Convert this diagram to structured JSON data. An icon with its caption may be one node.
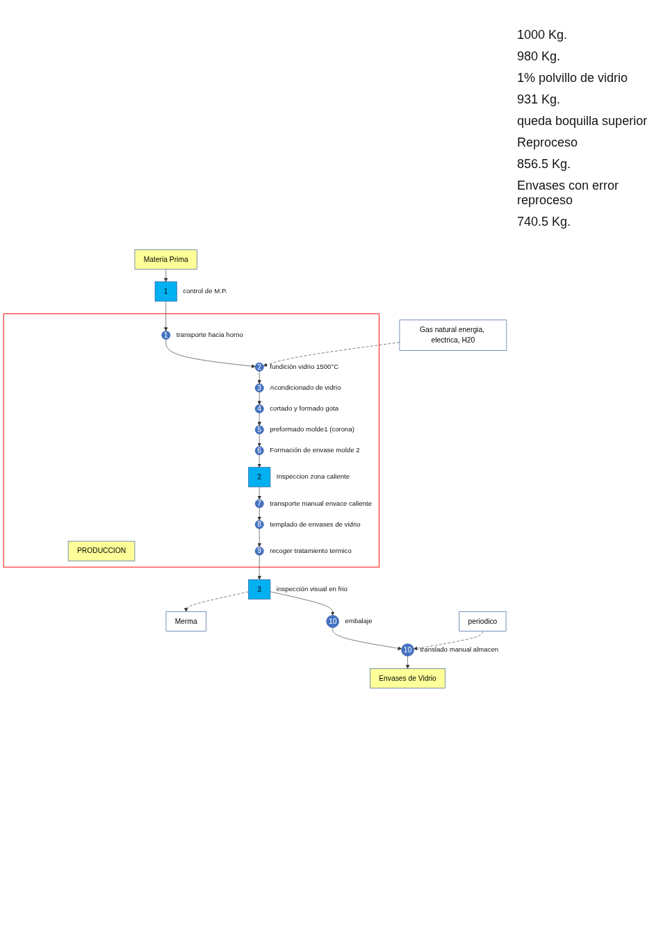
{
  "diagram": {
    "nodes": [
      {
        "text": [
          "Materia Prima"
        ]
      },
      {
        "text": [
          "1"
        ],
        "beside": [
          "control de M.P."
        ]
      },
      {
        "text": [
          "Gas natural energia, electrica, H20"
        ]
      },
      {
        "text": [],
        "shape": "box"
      },
      {
        "text": [
          "PRODUCCION"
        ],
        "in": 3
      },
      {
        "text": [
          "1"
        ],
        "beside": [
          "transporte hacia horno"
        ],
        "in": 3
      },
      {
        "text": [
          "2"
        ],
        "beside": [
          "fundición vidrio 1500°C"
        ],
        "in": 3
      },
      {
        "text": [
          "3"
        ],
        "beside": [
          "Acondicionado de vidrio"
        ],
        "in": 3
      },
      {
        "text": [
          "4"
        ],
        "beside": [
          "cortado y formado gota"
        ],
        "in": 3
      },
      {
        "text": [
          "5"
        ],
        "beside": [
          "preformado molde1 (corona)"
        ],
        "in": 3
      },
      {
        "text": [
          "6"
        ],
        "beside": [
          "Formación de envase molde 2"
        ],
        "in": 3
      },
      {
        "text": [
          "2"
        ],
        "beside": [
          "Inspeccion zona caliente"
        ],
        "in": 3
      },
      {
        "text": [
          "7"
        ],
        "beside": [
          "transporte manual envace caliente"
        ],
        "in": 3
      },
      {
        "text": [
          "8"
        ],
        "beside": [
          "templado de envases de vidrio"
        ],
        "in": 3
      },
      {
        "text": [
          "9"
        ],
        "beside": [
          "recoger tratamiento termico"
        ],
        "in": 3
      },
      {
        "text": [
          "3"
        ],
        "beside": [
          "inspección visual en frio"
        ]
      },
      {
        "text": [
          "Merma"
        ]
      },
      {
        "text": [
          "10"
        ],
        "beside": [
          "embalaje"
        ]
      },
      {
        "text": [
          "periodico"
        ]
      },
      {
        "text": [
          "10"
        ],
        "beside": [
          "translado manual almacen"
        ]
      },
      {
        "text": [
          "Envases de Vidrio"
        ]
      }
    ],
    "edges": [
      {
        "from": 0,
        "to": 1,
        "arrow": "to"
      },
      {
        "from": 1,
        "to": 5,
        "arrow": "to"
      },
      {
        "from": 5,
        "to": 6,
        "arrow": "to"
      },
      {
        "from": 2,
        "to": 6,
        "arrow": "to",
        "style": "dashed"
      },
      {
        "from": 6,
        "to": 7,
        "arrow": "to"
      },
      {
        "from": 7,
        "to": 8,
        "arrow": "to"
      },
      {
        "from": 8,
        "to": 9,
        "arrow": "to"
      },
      {
        "from": 9,
        "to": 10,
        "arrow": "to"
      },
      {
        "from": 10,
        "to": 11,
        "arrow": "to"
      },
      {
        "from": 11,
        "to": 12,
        "arrow": "to"
      },
      {
        "from": 12,
        "to": 13,
        "arrow": "to"
      },
      {
        "from": 13,
        "to": 14,
        "arrow": "to"
      },
      {
        "from": 14,
        "to": 15,
        "arrow": "to"
      },
      {
        "from": 15,
        "to": 17,
        "arrow": "to"
      },
      {
        "from": 15,
        "to": 16,
        "arrow": "to",
        "style": "dashed"
      },
      {
        "from": 17,
        "to": 19,
        "arrow": "to"
      },
      {
        "from": 18,
        "to": 19,
        "arrow": "to",
        "style": "dashed"
      },
      {
        "from": 19,
        "to": 20,
        "arrow": "to"
      }
    ],
    "labels": [
      "1000 Kg.",
      "980 Kg.",
      "1% polvillo de vidrio",
      "931 Kg.",
      "queda boquilla superior",
      "Reproceso",
      "856.5 Kg.",
      "Envases con error reproceso",
      "740.5 Kg."
    ]
  }
}
